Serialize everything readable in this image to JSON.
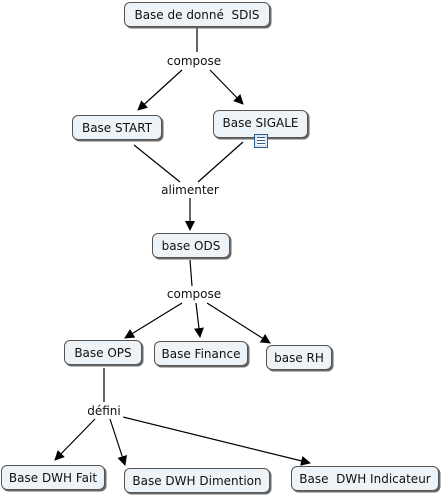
{
  "concepts": {
    "sdis": "Base de donné  SDIS",
    "start": "Base START",
    "sigale": "Base SIGALE",
    "ods": "base ODS",
    "ops": "Base OPS",
    "finance": "Base Finance",
    "rh": "base RH",
    "dwh_fait": "Base DWH Fait",
    "dwh_dimention": "Base DWH Dimention",
    "dwh_indicateur": "Base  DWH Indicateur"
  },
  "links": {
    "compose_1": "compose",
    "alimenter": "alimenter",
    "compose_2": "compose",
    "defini": "défini"
  },
  "icons": {
    "sigale_attachment": "document-icon"
  }
}
